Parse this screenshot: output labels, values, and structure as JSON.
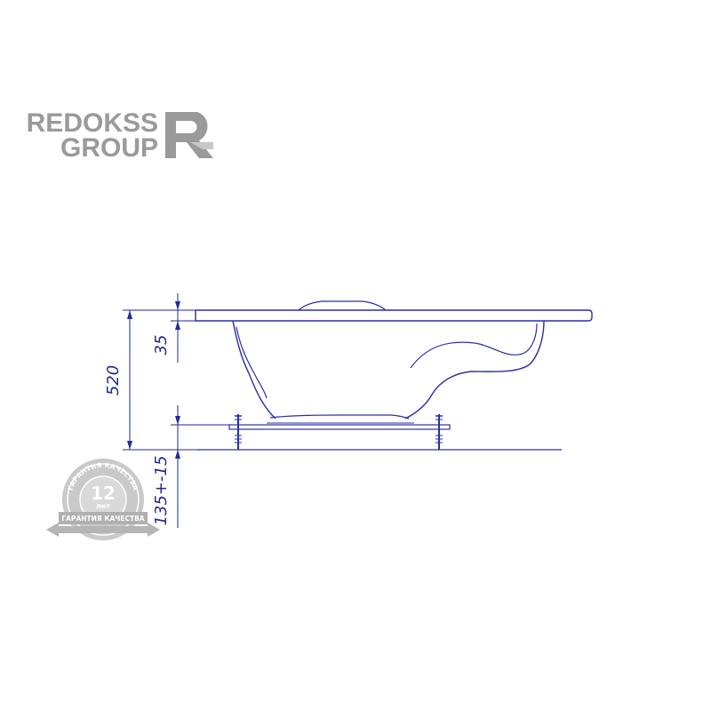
{
  "brand": {
    "line1": "REDOKSS",
    "line2": "GROUP",
    "logo_icon": "redokss-r-logo-icon",
    "color": "#9a9a9a"
  },
  "seal": {
    "top_text": "ГАРАНТИЯ КАЧЕСТВА",
    "number": "12",
    "unit": "лет",
    "ribbon_text": "ГАРАНТИЯ КАЧЕСТВА",
    "color": "#bdbdbd"
  },
  "dimensions": {
    "overall_height": "520",
    "rim_thickness": "35",
    "support_height": "135+-15"
  },
  "colors": {
    "line": "#2a2fa8"
  }
}
